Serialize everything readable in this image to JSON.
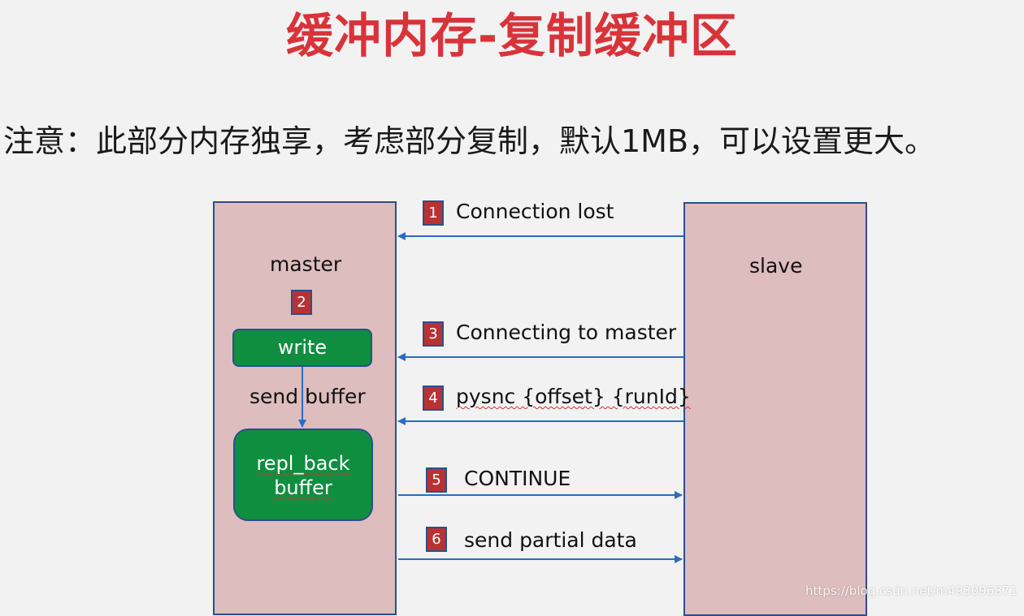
{
  "title": "缓冲内存-复制缓冲区",
  "note": "注意：此部分内存独享，考虑部分复制，默认1MB，可以设置更大。",
  "master": {
    "label": "master",
    "write_label": "write",
    "send_buffer_label": "send buffer",
    "buffer_line1": "repl_back",
    "buffer_line2": "buffer"
  },
  "slave": {
    "label": "slave"
  },
  "steps": [
    {
      "number": "1",
      "text": "Connection lost",
      "direction": "slave-to-master"
    },
    {
      "number": "2",
      "text": "",
      "direction": "internal"
    },
    {
      "number": "3",
      "text": "Connecting to master",
      "direction": "slave-to-master"
    },
    {
      "number": "4",
      "text": "pysnc {offset} {runId}",
      "direction": "slave-to-master"
    },
    {
      "number": "5",
      "text": "CONTINUE",
      "direction": "master-to-slave"
    },
    {
      "number": "6",
      "text": "send partial data",
      "direction": "master-to-slave"
    }
  ],
  "colors": {
    "title": "#d9333a",
    "lane_fill": "#ddbdbd",
    "lane_border": "#2b4f8c",
    "step_badge": "#b83234",
    "green_box": "#0f8e40",
    "arrow": "#2b6cc4"
  },
  "watermark": "https://blog.csdn.net/m493096871"
}
